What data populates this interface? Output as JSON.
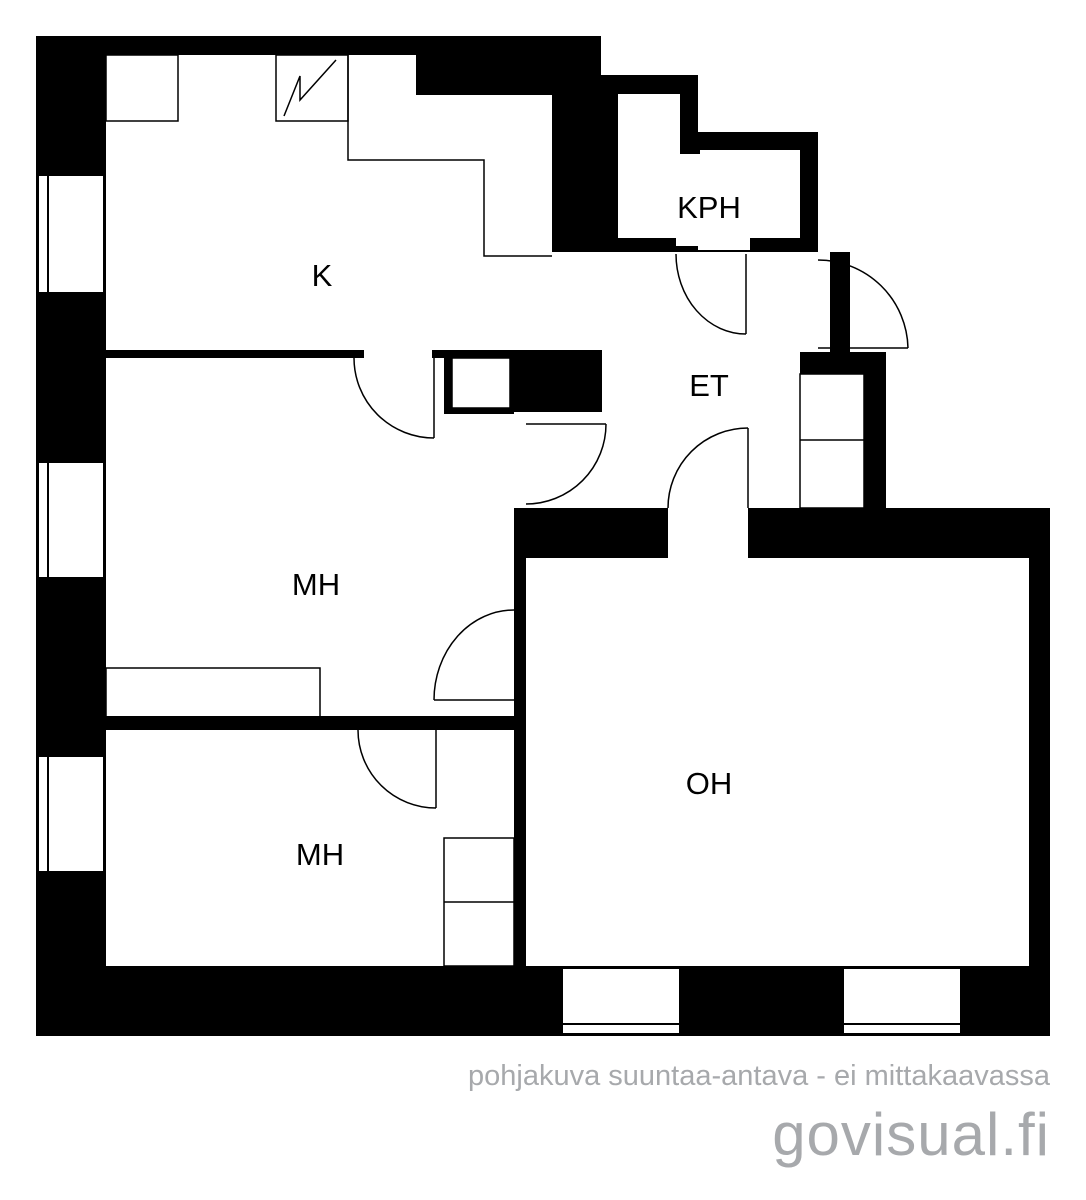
{
  "rooms": {
    "kitchen": "K",
    "bathroom": "KPH",
    "hall": "ET",
    "bedroom_upper": "MH",
    "bedroom_lower": "MH",
    "living_room": "OH"
  },
  "footer": {
    "disclaimer": "pohjakuva suuntaa-antava - ei mittakaavassa",
    "brand": "govisual.fi"
  },
  "colors": {
    "wall": "#000000",
    "floor": "#ffffff",
    "footer_text": "#a7a9ac"
  }
}
